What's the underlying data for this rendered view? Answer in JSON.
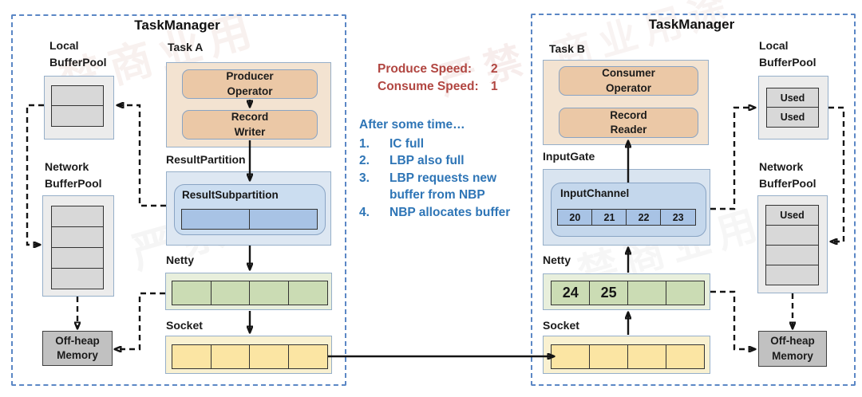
{
  "left": {
    "title": "TaskManager",
    "task_label": "Task A",
    "producer_operator": "Producer\nOperator",
    "record_writer": "Record\nWriter",
    "result_partition_label": "ResultPartition",
    "result_subpartition_label": "ResultSubpartition",
    "result_subpartition_cells": [
      "",
      ""
    ],
    "netty_label": "Netty",
    "netty_cells": [
      "",
      "",
      "",
      ""
    ],
    "socket_label": "Socket",
    "socket_cells": [
      "",
      "",
      "",
      ""
    ],
    "local_bufferpool_label": "Local\nBufferPool",
    "local_bufferpool_cells": [
      "",
      ""
    ],
    "network_bufferpool_label": "Network\nBufferPool",
    "network_bufferpool_cells": [
      "",
      "",
      "",
      ""
    ],
    "offheap_label": "Off-heap\nMemory"
  },
  "right": {
    "title": "TaskManager",
    "task_label": "Task B",
    "consumer_operator": "Consumer\nOperator",
    "record_reader": "Record\nReader",
    "input_gate_label": "InputGate",
    "input_channel_label": "InputChannel",
    "input_channel_cells": [
      "20",
      "21",
      "22",
      "23"
    ],
    "netty_label": "Netty",
    "netty_cells": [
      "24",
      "25",
      "",
      ""
    ],
    "socket_label": "Socket",
    "socket_cells": [
      "",
      "",
      "",
      ""
    ],
    "local_bufferpool_label": "Local\nBufferPool",
    "local_bufferpool_cells": [
      "Used",
      "Used"
    ],
    "network_bufferpool_label": "Network\nBufferPool",
    "network_bufferpool_cells": [
      "Used",
      "",
      "",
      ""
    ],
    "offheap_label": "Off-heap\nMemory"
  },
  "annotations": {
    "produce": {
      "label": "Produce Speed:",
      "value": "2"
    },
    "consume": {
      "label": "Consume Speed:",
      "value": "1"
    },
    "timeline_title": "After some time…",
    "steps": [
      {
        "num": "1.",
        "text": "IC full"
      },
      {
        "num": "2.",
        "text": "LBP also full"
      },
      {
        "num": "3.",
        "text": "LBP requests new buffer from NBP"
      },
      {
        "num": "4.",
        "text": "NBP allocates buffer"
      }
    ]
  },
  "watermarks": [
    "禁商业用",
    "严禁商业",
    "严禁",
    "商业用途",
    "禁商业用"
  ],
  "colors": {
    "tm_dashed_border": "#5b87c5",
    "container_border": "#96afc9",
    "task_fill": "#f3e3d1",
    "operator_fill": "#ebc8a6",
    "result_partition_fill": "#dde7f2",
    "result_subpartition_fill": "#cbddf0",
    "buffer_blue": "#a8c3e5",
    "netty_fill": "#e8efdc",
    "buffer_green": "#cbdcb4",
    "socket_fill": "#f9f1d1",
    "buffer_yellow": "#fbe5a3",
    "pool_fill": "#ececec",
    "buffer_gray": "#d8d8d8",
    "offheap_fill": "#c1c1c1",
    "produce_consume_text": "#b14641",
    "notes_text": "#2e75b6",
    "arrow": "#141414"
  }
}
